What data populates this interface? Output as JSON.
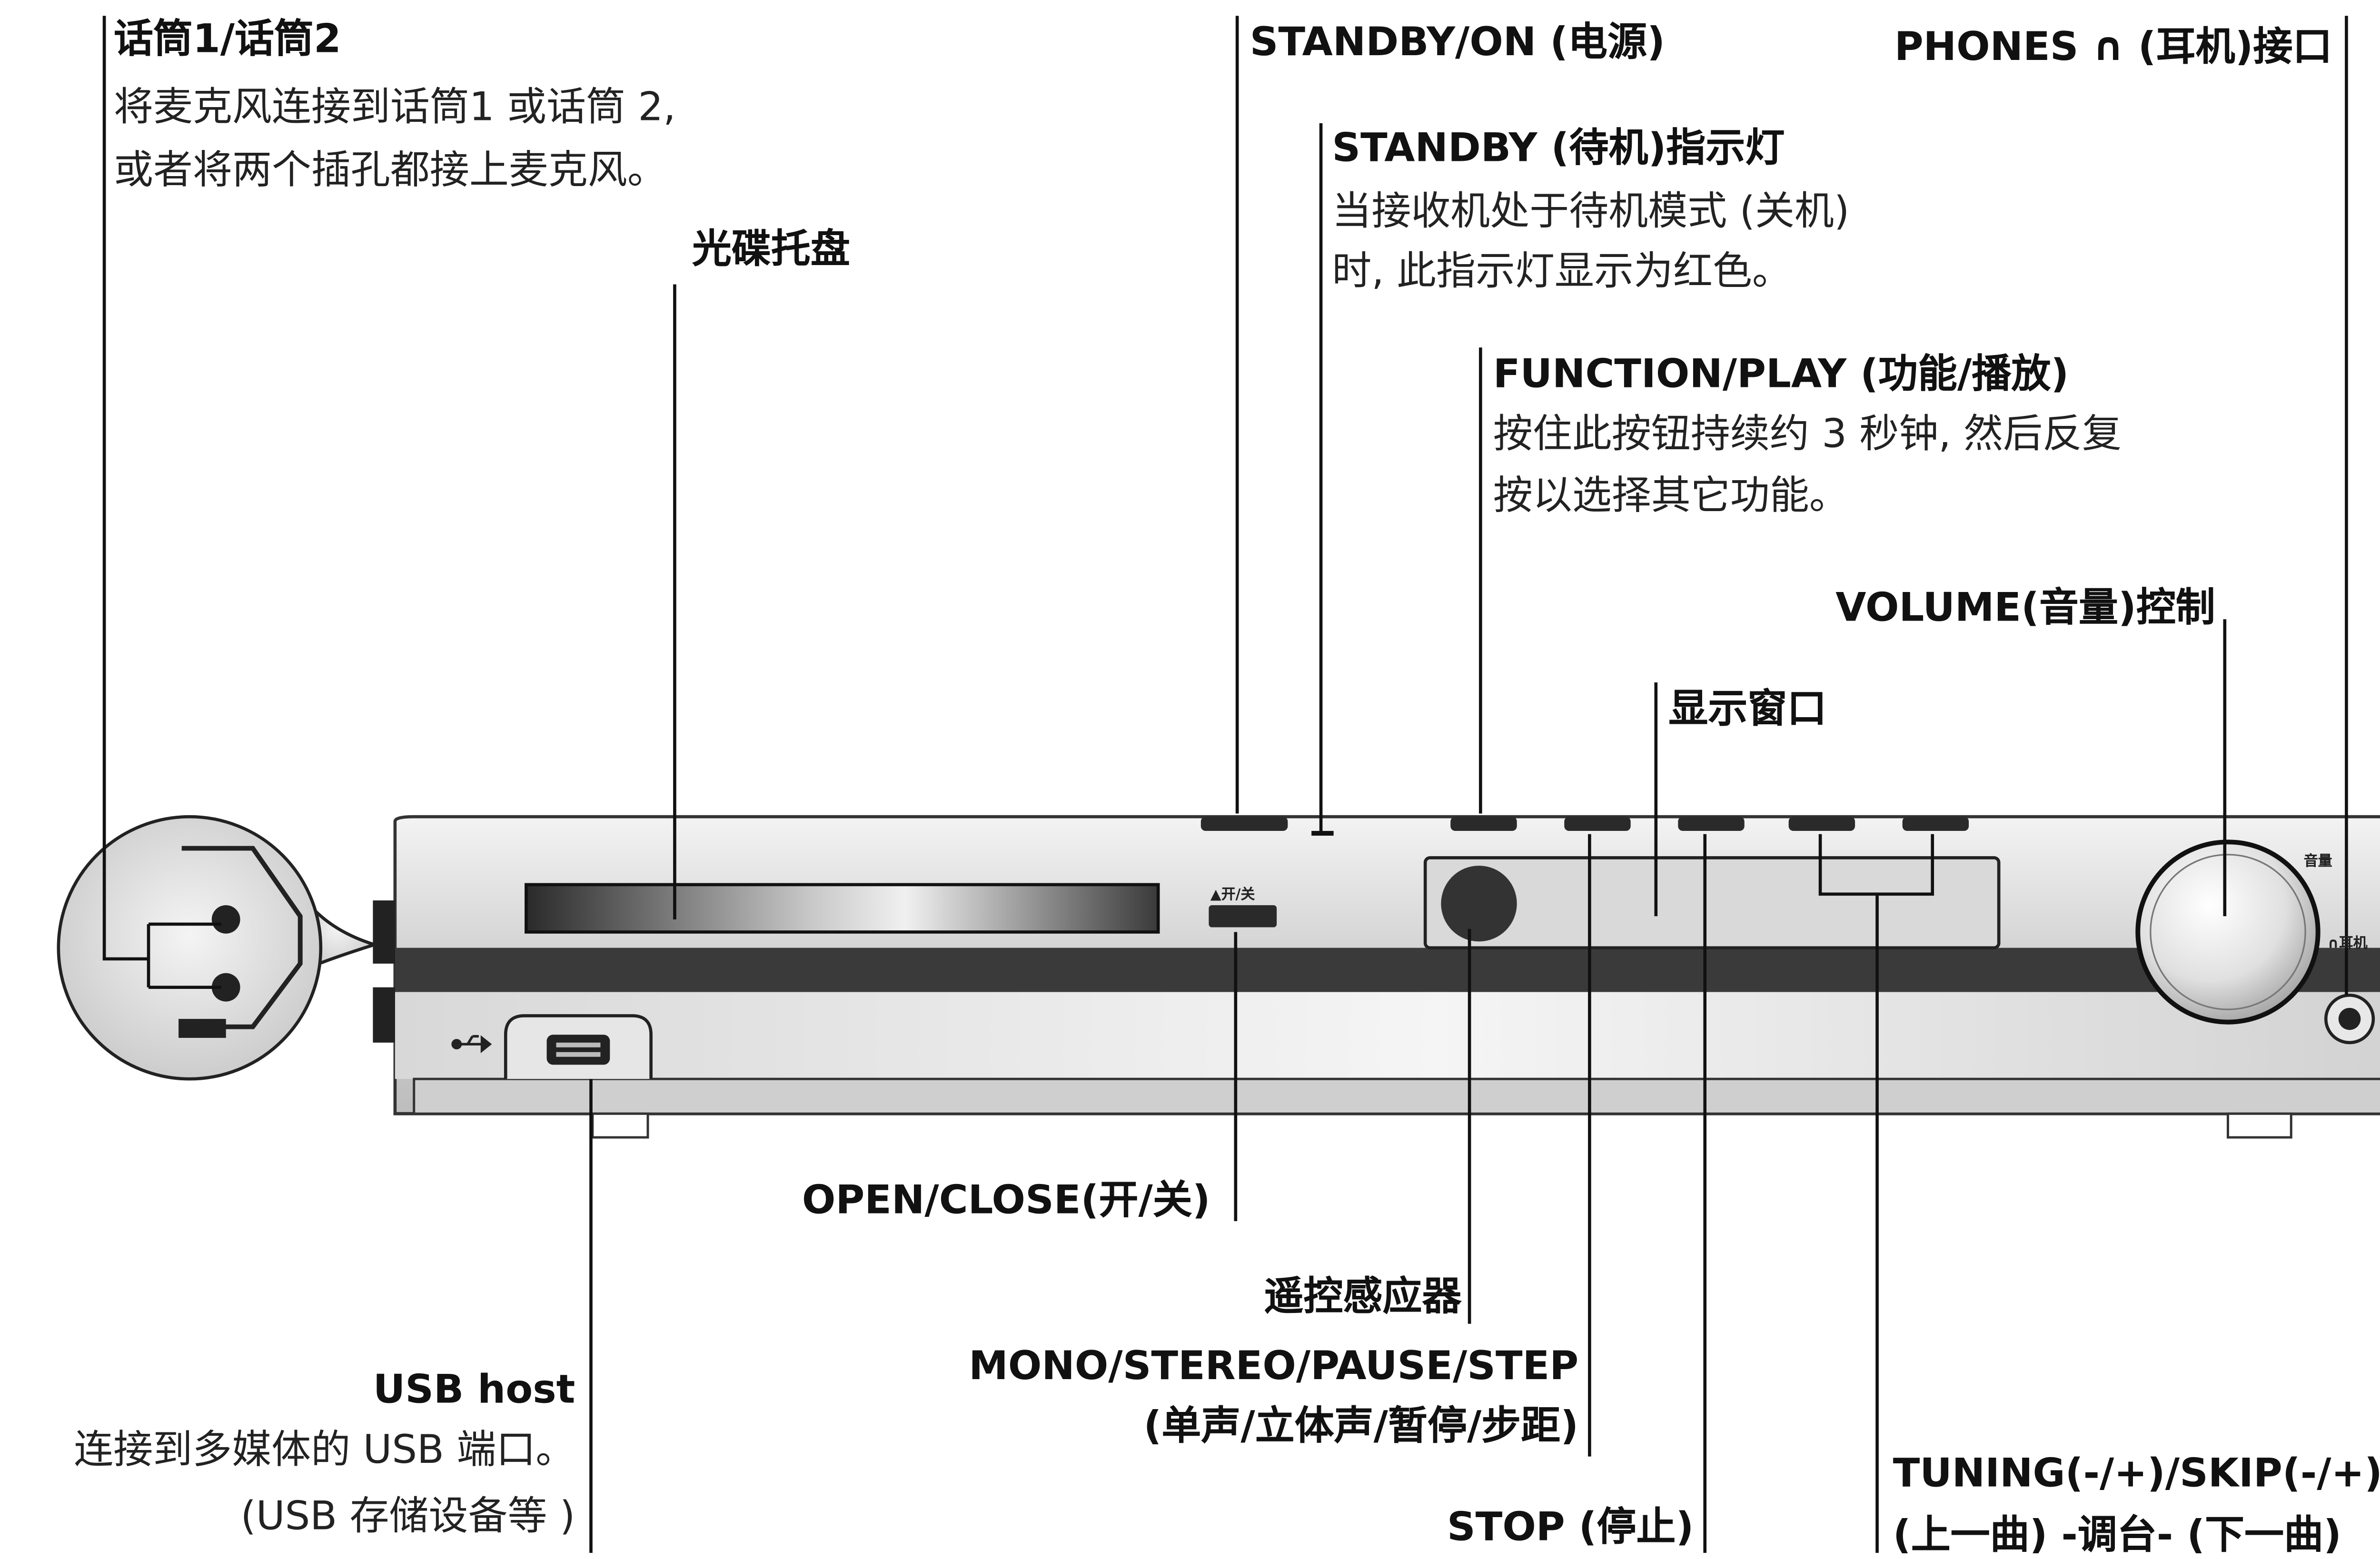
{
  "device": {
    "open_close_button_label": "▲开/关",
    "volume_knob_label": "音量",
    "phones_jack_label": "∩耳机",
    "usb_icon": "usb-icon",
    "phones_icon": "headphones-icon"
  },
  "callouts": {
    "mic": {
      "title": "话筒1/话筒2",
      "desc": [
        "将麦克风连接到话筒1 或话筒 2,",
        "或者将两个插孔都接上麦克风。"
      ]
    },
    "disc_tray": {
      "title": "光碟托盘"
    },
    "standby_on": {
      "title": "STANDBY/ON (电源)"
    },
    "standby_indicator": {
      "title": "STANDBY (待机)指示灯",
      "desc": [
        "当接收机处于待机模式 (关机)",
        "时, 此指示灯显示为红色。"
      ]
    },
    "phones": {
      "title": "PHONES ∩ (耳机)接口"
    },
    "function_play": {
      "title": "FUNCTION/PLAY (功能/播放)",
      "desc": [
        "按住此按钮持续约 3 秒钟, 然后反复",
        "按以选择其它功能。"
      ]
    },
    "volume": {
      "title": "VOLUME(音量)控制"
    },
    "display": {
      "title": "显示窗口"
    },
    "open_close": {
      "title": "OPEN/CLOSE(开/关)"
    },
    "remote_sensor": {
      "title": "遥控感应器"
    },
    "mono_stereo": {
      "title": [
        "MONO/STEREO/PAUSE/STEP",
        "(单声/立体声/暂停/步距)"
      ]
    },
    "usb_host": {
      "title": "USB host",
      "desc": [
        "连接到多媒体的 USB 端口。",
        "(USB 存储设备等 )"
      ]
    },
    "stop": {
      "title": "STOP (停止)"
    },
    "tuning_skip": {
      "title": [
        "TUNING(-/+)/SKIP(-/+)",
        "(上一曲) -调台- (下一曲)"
      ]
    }
  }
}
